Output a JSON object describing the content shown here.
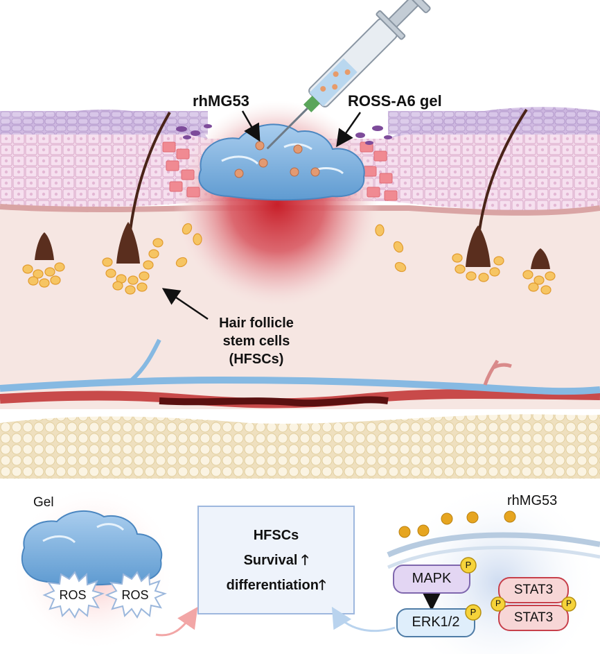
{
  "labels": {
    "rhmg53_top": "rhMG53",
    "gel_top": "ROSS-A6 gel",
    "hfsc_line1": "Hair follicle",
    "hfsc_line2": "stem cells",
    "hfsc_line3": "(HFSCs)",
    "gel_bottom": "Gel",
    "ros_left": "ROS",
    "ros_right": "ROS",
    "rhmg53_bottom": "rhMG53",
    "mapk": "MAPK",
    "erk": "ERK1/2",
    "stat3_top": "STAT3",
    "stat3_bottom": "STAT3",
    "phospho": "P"
  },
  "effect_box": {
    "line1": "HFSCs",
    "line2": "Survival",
    "line3": "differentiation",
    "up_arrow": "🡑"
  },
  "colors": {
    "epidermis_purple": "#c9b3dc",
    "epidermis_pink": "#f2d3e6",
    "wound_red": "#c8202a",
    "gel_blue": "#7fb4e0",
    "stem_cell_orange": "#f6c563",
    "vessel_blue": "#86b9e2",
    "vessel_red": "#c84a4a",
    "fat_cream": "#f3e6c8",
    "phospho_yellow": "#f6d33a"
  }
}
